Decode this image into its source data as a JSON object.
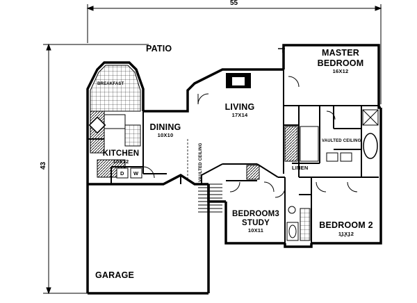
{
  "plan": {
    "overall_width": "55",
    "overall_depth": "43",
    "rooms": {
      "patio": {
        "name": "PATIO"
      },
      "master": {
        "name_line1": "MASTER",
        "name_line2": "BEDROOM",
        "size": "16X12"
      },
      "breakfast": {
        "name": "BREAKFAST"
      },
      "living": {
        "name": "LIVING",
        "size": "17X14"
      },
      "dining": {
        "name": "DINING",
        "size": "10X10"
      },
      "kitchen": {
        "name": "KITCHEN",
        "size": "10X12"
      },
      "laundry_d": {
        "name": "D"
      },
      "laundry_w": {
        "name": "W"
      },
      "linen": {
        "name": "LINEN"
      },
      "bedroom3": {
        "name_line1": "BEDROOM3",
        "name_line2": "STUDY",
        "size": "10X11"
      },
      "bedroom2": {
        "name": "BEDROOM 2",
        "size": "11X12"
      },
      "garage": {
        "name": "GARAGE"
      }
    },
    "notes": {
      "vaulted_ceiling_master": "VAULTED CEILING",
      "vaulted_ceiling_hall": "VAULTED CEILING"
    }
  }
}
